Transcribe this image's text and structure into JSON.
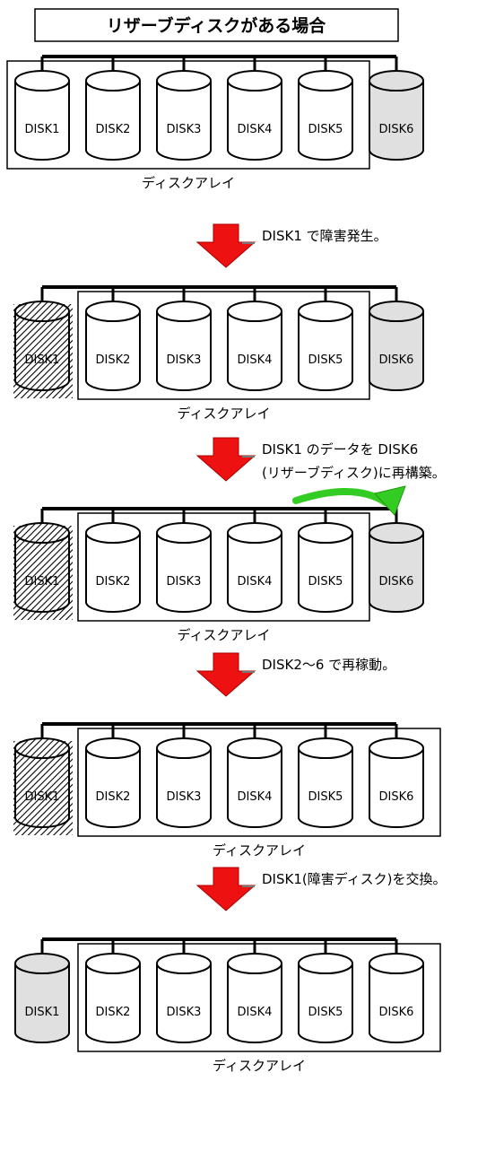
{
  "title": "リザーブディスクがある場合",
  "array_label": "ディスクアレイ",
  "disk_labels": [
    "DISK1",
    "DISK2",
    "DISK3",
    "DISK4",
    "DISK5",
    "DISK6"
  ],
  "colors": {
    "disk_fill": "#ffffff",
    "reserve_fill": "#e0e0e0",
    "arrow_red": "#ee1111",
    "arrow_green": "#33cc22",
    "line": "#000000"
  },
  "stages": [
    {
      "disk_states": [
        "normal",
        "normal",
        "normal",
        "normal",
        "normal",
        "reserve"
      ],
      "array_covers": [
        1,
        5
      ],
      "rebuild_arrow": false
    },
    {
      "disk_states": [
        "failed",
        "normal",
        "normal",
        "normal",
        "normal",
        "reserve"
      ],
      "array_covers": [
        2,
        5
      ],
      "rebuild_arrow": false
    },
    {
      "disk_states": [
        "failed",
        "normal",
        "normal",
        "normal",
        "normal",
        "reserve"
      ],
      "array_covers": [
        2,
        5
      ],
      "rebuild_arrow": true
    },
    {
      "disk_states": [
        "failed",
        "normal",
        "normal",
        "normal",
        "normal",
        "normal"
      ],
      "array_covers": [
        2,
        6
      ],
      "rebuild_arrow": false
    },
    {
      "disk_states": [
        "reserve",
        "normal",
        "normal",
        "normal",
        "normal",
        "normal"
      ],
      "array_covers": [
        2,
        6
      ],
      "rebuild_arrow": false
    }
  ],
  "steps": [
    {
      "lines": [
        "DISK1 で障害発生。"
      ]
    },
    {
      "lines": [
        "DISK1 のデータを DISK6",
        "(リザーブディスク)に再構築。"
      ]
    },
    {
      "lines": [
        "DISK2～6 で再稼動。"
      ]
    },
    {
      "lines": [
        "DISK1(障害ディスク)を交換。"
      ]
    }
  ]
}
